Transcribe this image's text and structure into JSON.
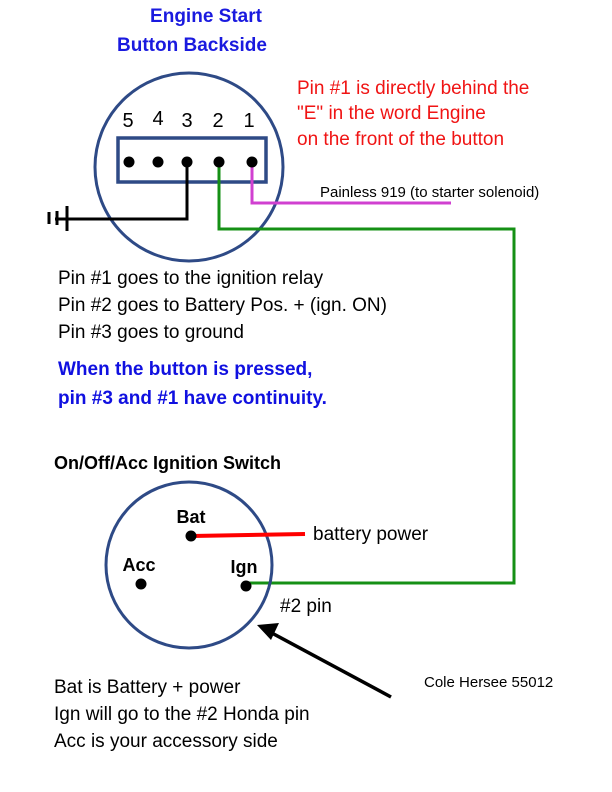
{
  "start_button": {
    "title_line1": "Engine Start",
    "title_line2": "Button Backside",
    "pin_numbers": [
      "5",
      "4",
      "3",
      "2",
      "1"
    ],
    "note_lines": [
      "Pin #1 is directly behind the",
      "\"E\" in the word Engine",
      "on the front of the button"
    ],
    "pin1_wire_label": "Painless 919 (to starter solenoid)",
    "pin_descriptions": [
      "Pin #1 goes to the ignition relay",
      "Pin #2 goes to Battery Pos. + (ign. ON)",
      "Pin #3 goes to ground"
    ],
    "continuity_note": [
      "When the button is pressed,",
      "pin #3 and #1 have continuity."
    ]
  },
  "ignition_switch": {
    "title": "On/Off/Acc Ignition Switch",
    "terminals": {
      "bat": "Bat",
      "acc": "Acc",
      "ign": "Ign"
    },
    "battery_wire_label": "battery power",
    "ign_wire_label": "#2 pin",
    "part_label": "Cole Hersee 55012",
    "descriptions": [
      "Bat is Battery + power",
      "Ign will go to the #2 Honda pin",
      "Acc is your accessory side"
    ]
  },
  "colors": {
    "outline": "#2e4a86",
    "wire_pin1": "#d040d0",
    "wire_pin2": "#159015",
    "wire_ground": "#000000",
    "wire_battery": "#ff0000",
    "title_blue": "#1a1adf",
    "note_red": "#f01414"
  }
}
